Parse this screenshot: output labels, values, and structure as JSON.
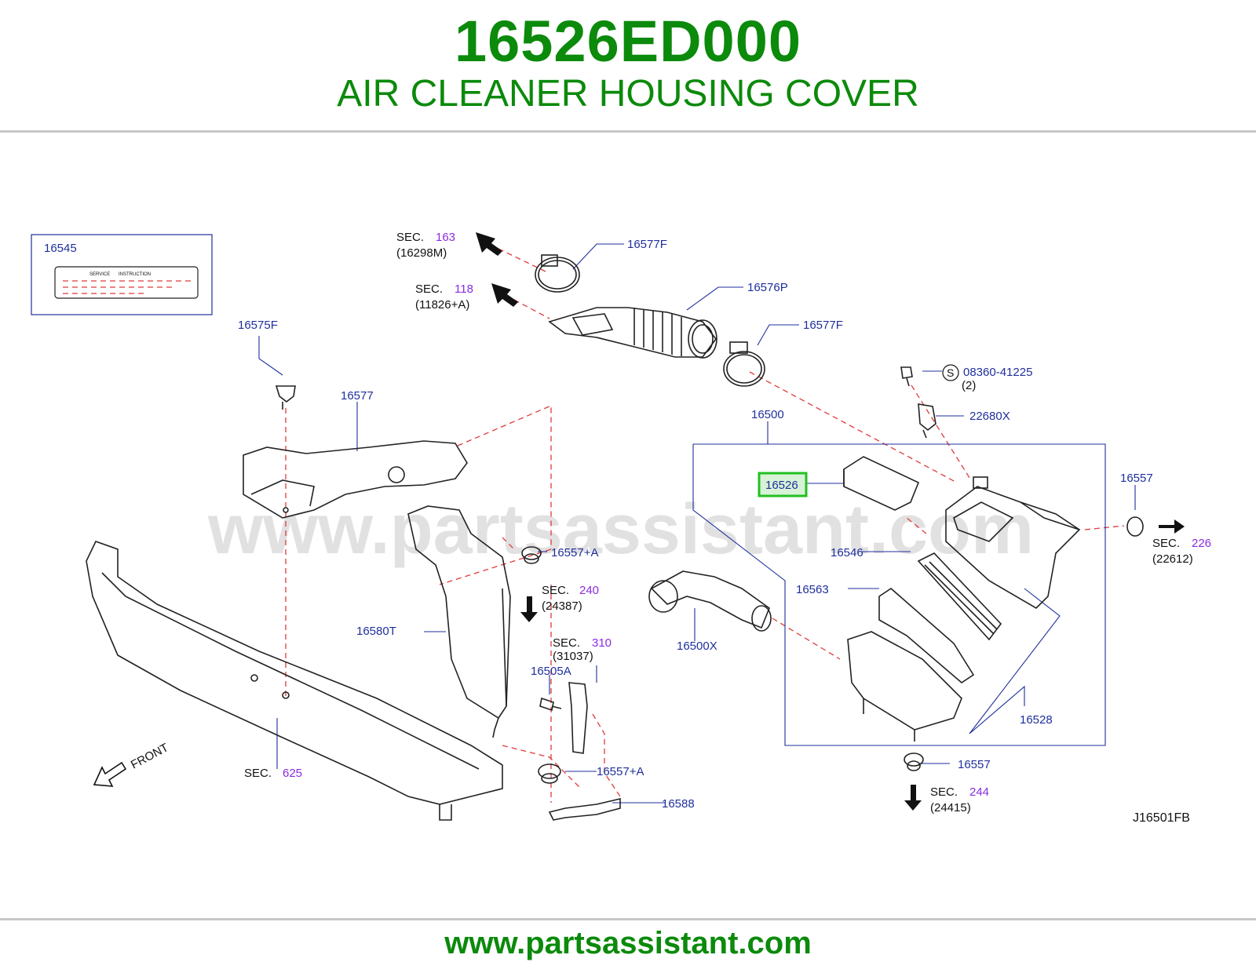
{
  "header": {
    "part_number": "16526ED000",
    "part_name": "AIR CLEANER HOUSING COVER"
  },
  "footer": {
    "url": "www.partsassistant.com"
  },
  "watermark": "www.partsassistant.com",
  "colors": {
    "brand_green": "#0b8a0b",
    "label_blue": "#1f2f9c",
    "sec_purple": "#8a2be2",
    "dash_red": "#e03a3a",
    "highlight_green": "#22c022"
  },
  "diagram": {
    "code": "J16501FB",
    "front_label": "FRONT",
    "caution_label": {
      "part": "16545",
      "line1": "SERVICE",
      "line2": "INSTRUCTION"
    },
    "highlighted_part": "16526",
    "parts": {
      "p16575F": "16575F",
      "p16577": "16577",
      "p16577F_a": "16577F",
      "p16577F_b": "16577F",
      "p16576P": "16576P",
      "p08360": "08360-41225",
      "p08360_qty": "(2)",
      "s_symbol": "S",
      "p22680X": "22680X",
      "p16500": "16500",
      "p16557_a": "16557",
      "p16557_b": "16557",
      "p16546": "16546",
      "p16563": "16563",
      "p16528": "16528",
      "p16500X": "16500X",
      "p16557A_a": "16557+A",
      "p16557A_b": "16557+A",
      "p16580T": "16580T",
      "p16505A": "16505A",
      "p16588": "16588"
    },
    "sections": {
      "s163": {
        "prefix": "SEC.",
        "num": "163",
        "sub": "(16298M)"
      },
      "s118": {
        "prefix": "SEC.",
        "num": "118",
        "sub": "(11826+A)"
      },
      "s240": {
        "prefix": "SEC.",
        "num": "240",
        "sub": "(24387)"
      },
      "s310": {
        "prefix": "SEC.",
        "num": "310",
        "sub": "(31037)"
      },
      "s625": {
        "prefix": "SEC.",
        "num": "625"
      },
      "s226": {
        "prefix": "SEC.",
        "num": "226",
        "sub": "(22612)"
      },
      "s244": {
        "prefix": "SEC.",
        "num": "244",
        "sub": "(24415)"
      }
    }
  }
}
